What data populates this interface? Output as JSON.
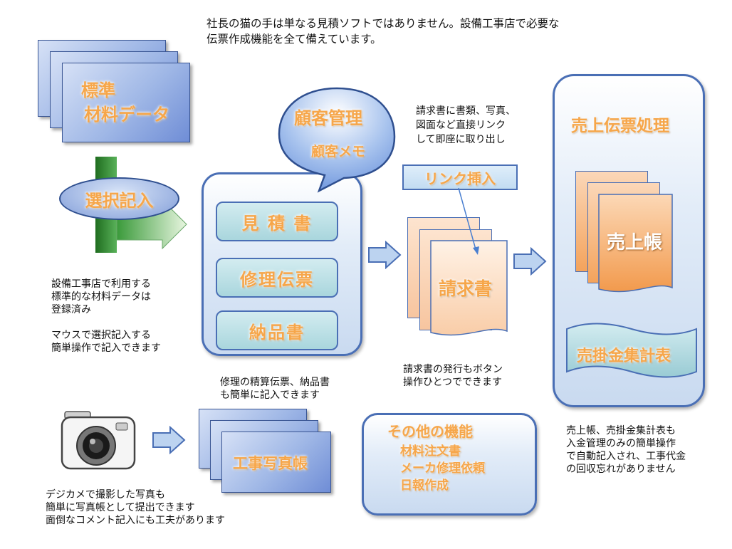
{
  "intro": {
    "line1": "社長の猫の手は単なる見積ソフトではありません。設備工事店で必要な",
    "line2": "伝票作成機能を全て備えています。"
  },
  "material": {
    "card_line1": "標準",
    "card_line2": "材料データ",
    "select_label": "選択記入",
    "desc": [
      "設備工事店で利用する",
      "標準的な材料データは",
      "登録済み",
      "",
      "マウスで選択記入する",
      "簡単操作で記入できます"
    ]
  },
  "customer": {
    "title": "顧客管理",
    "memo": "顧客メモ"
  },
  "forms": {
    "items": [
      "見 積 書",
      "修理伝票",
      "納品書"
    ],
    "desc": [
      "修理の精算伝票、納品書",
      "も簡単に記入できます"
    ]
  },
  "invoice": {
    "note": [
      "請求書に書類、写真、",
      "図面など直接リンク",
      "して即座に取り出し"
    ],
    "link_label": "リンク挿入",
    "doc_label": "請求書",
    "desc": [
      "請求書の発行もボタン",
      "操作ひとつでできます"
    ]
  },
  "sales": {
    "title": "売上伝票処理",
    "ledger": "売上帳",
    "summary": "売掛金集計表",
    "desc": [
      "売上帳、売掛金集計表も",
      "入金管理のみの簡単操作",
      "で自動記入され、工事代金",
      "の回収忘れがありません"
    ]
  },
  "photo": {
    "card_label": "工事写真帳",
    "desc": [
      "デジカメで撮影した写真も",
      "簡単に写真帳として提出できます",
      "面倒なコメント記入にも工夫があります"
    ]
  },
  "other": {
    "title": "その他の機能",
    "items": [
      "材料注文書",
      "メーカ修理依頼",
      "日報作成"
    ]
  },
  "colors": {
    "panel_border": "#4a6fb5",
    "accent_orange": "#f6a64a",
    "arrow_blue": "#bcd3f0",
    "green_bar": "#2f8a2f"
  }
}
